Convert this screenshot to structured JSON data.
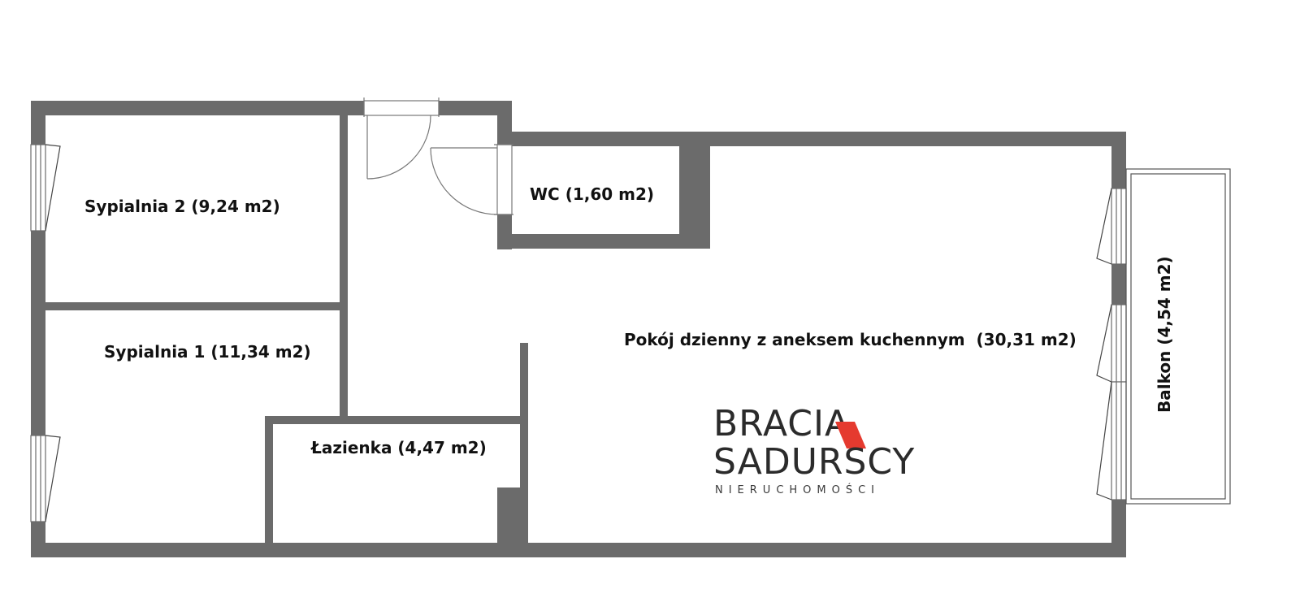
{
  "rooms": {
    "sypialnia2": "Sypialnia 2 (9,24 m2)",
    "sypialnia1": "Sypialnia 1 (11,34 m2)",
    "wc": "WC (1,60 m2)",
    "lazienka": "Łazienka (4,47 m2)",
    "pokoj": "Pokój dzienny z aneksem kuchennym  (30,31 m2)",
    "balkon": "Balkon (4,54 m2)"
  },
  "logo": {
    "line1": "BRACIA",
    "line2": "SADURSCY",
    "line3": "NIERUCHOMOŚCI"
  },
  "colors": {
    "wall": "#6b6b6b",
    "logo_accent": "#e53a2f",
    "logo_text": "#2b2b2b"
  }
}
